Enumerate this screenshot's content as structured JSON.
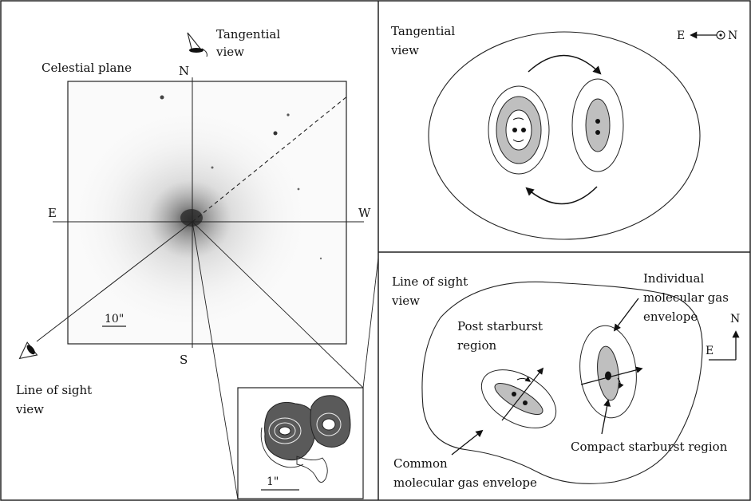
{
  "left_panel": {
    "celestial_plane_label": "Celestial plane",
    "tangential_view_label": [
      "Tangential",
      "view"
    ],
    "line_of_sight_label": [
      "Line of sight",
      "view"
    ],
    "compass": {
      "north": "N",
      "south": "S",
      "east": "E",
      "west": "W"
    },
    "scale_bar_label": "10\""
  },
  "inset": {
    "scale_bar_label": "1\""
  },
  "top_right_panel": {
    "title": [
      "Tangential",
      "view"
    ],
    "orientation": {
      "east": "E",
      "north": "N"
    }
  },
  "bottom_right_panel": {
    "title": [
      "Line of sight",
      "view"
    ],
    "labels": {
      "individual_envelope": [
        "Individual",
        "molecular gas",
        "envelope"
      ],
      "post_starburst": [
        "Post starburst",
        "region"
      ],
      "common_envelope": [
        "Common",
        "molecular gas envelope"
      ],
      "compact_starburst": "Compact starburst region"
    },
    "orientation": {
      "north": "N",
      "east": "E"
    }
  }
}
